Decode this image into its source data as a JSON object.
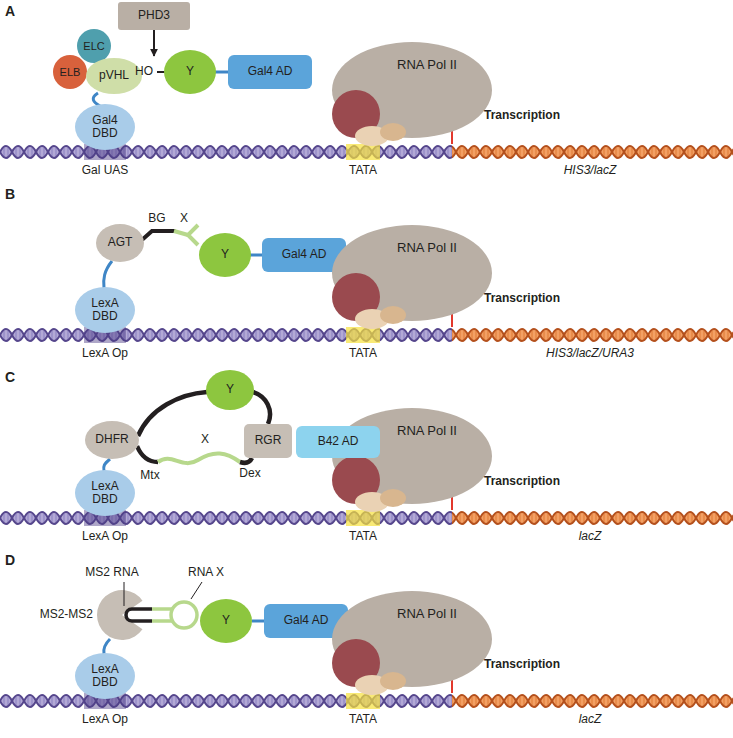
{
  "diagram": {
    "nodes": [
      {
        "text": [
          "PHD3"
        ]
      },
      {
        "text": [
          "ELC"
        ]
      },
      {
        "text": [
          "ELB"
        ]
      },
      {
        "text": [
          "pVHL"
        ]
      },
      {
        "text": [
          "Gal4 DBD"
        ]
      },
      {
        "text": [
          "Y"
        ]
      },
      {
        "text": [
          "Gal4 AD"
        ]
      },
      {
        "text": [
          "RNA Pol II"
        ]
      },
      {
        "text": [
          "AGT"
        ]
      },
      {
        "text": [
          "LexA DBD"
        ]
      },
      {
        "text": [
          "Y"
        ]
      },
      {
        "text": [
          "Gal4 AD"
        ]
      },
      {
        "text": [
          "RNA Pol II"
        ]
      },
      {
        "text": [
          "Y"
        ]
      },
      {
        "text": [
          "DHFR"
        ]
      },
      {
        "text": [
          "RGR"
        ]
      },
      {
        "text": [
          "B42 AD"
        ]
      },
      {
        "text": [
          "LexA DBD"
        ]
      },
      {
        "text": [
          "RNA Pol II"
        ]
      },
      {
        "text": [
          "MS2-MS2"
        ]
      },
      {
        "text": [
          "Y"
        ]
      },
      {
        "text": [
          "Gal4 AD"
        ]
      },
      {
        "text": [
          "LexA DBD"
        ]
      },
      {
        "text": [
          "RNA Pol II"
        ]
      }
    ],
    "labels": [
      "A",
      "HO",
      "Gal UAS",
      "TATA",
      "Transcription",
      "HIS3/lacZ",
      "B",
      "BG",
      "X",
      "LexA Op",
      "TATA",
      "Transcription",
      "HIS3/lacZ/URA3",
      "C",
      "X",
      "Mtx",
      "Dex",
      "LexA Op",
      "TATA",
      "Transcription",
      "lacZ",
      "D",
      "MS2 RNA",
      "RNA X",
      "LexA Op",
      "TATA",
      "Transcription",
      "lacZ"
    ]
  }
}
